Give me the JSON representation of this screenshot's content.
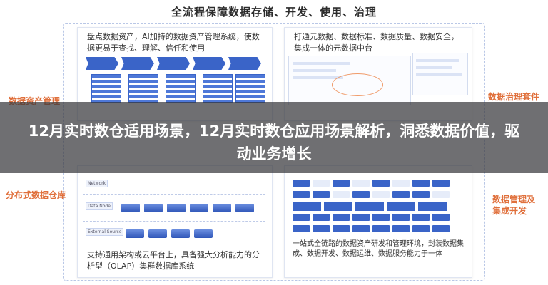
{
  "header": {
    "title": "全流程保障数据存储、开发、使用、治理"
  },
  "panels": {
    "top_left_text": "盘点数据资产，AI加持的数据资产管理系统，使数据更易于查找、理解、信任和使用",
    "top_right_text": "打通元数据、数据标准、数据质量、数据安全，集成一体的元数据中台",
    "bottom_left_text": "支持通用架构或云平台上，具备强大分析能力的分析型（OLAP）集群数据库系统",
    "bottom_right_text": "一站式全链路的数据资产研发和管理环境，封装数据集成、数据开发、数据运维、数据服务能力于一体"
  },
  "side_labels": {
    "asset_mgmt": "数据资产管理",
    "dist_warehouse": "分布式数据仓库",
    "governance_suite": "数据治理套件",
    "mgmt_integration": "数据管理及集成开发"
  },
  "banner": {
    "text": "12月实时数仓适用场景，12月实时数仓应用场景解析，洞悉数据价值，驱动业务增长"
  }
}
